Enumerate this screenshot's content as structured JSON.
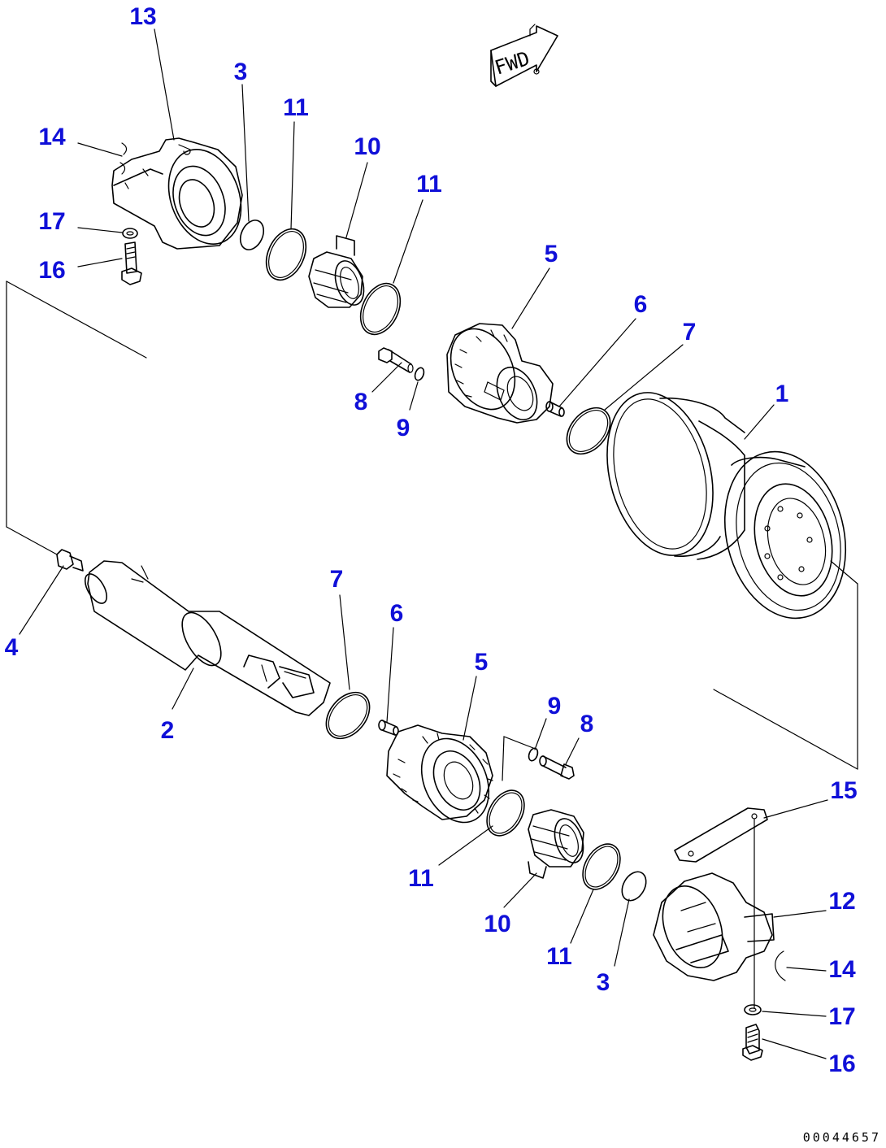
{
  "fwd_label": "FWD",
  "document_id": "00044657",
  "callout_color": "#1010d8",
  "callouts": {
    "c1": "1",
    "c2": "2",
    "c3a": "3",
    "c3b": "3",
    "c4": "4",
    "c5a": "5",
    "c5b": "5",
    "c6a": "6",
    "c6b": "6",
    "c7a": "7",
    "c7b": "7",
    "c8a": "8",
    "c8b": "8",
    "c9a": "9",
    "c9b": "9",
    "c10a": "10",
    "c10b": "10",
    "c11a": "11",
    "c11b": "11",
    "c11c": "11",
    "c11d": "11",
    "c12": "12",
    "c13": "13",
    "c14a": "14",
    "c14b": "14",
    "c15": "15",
    "c16a": "16",
    "c16b": "16",
    "c17a": "17",
    "c17b": "17"
  }
}
